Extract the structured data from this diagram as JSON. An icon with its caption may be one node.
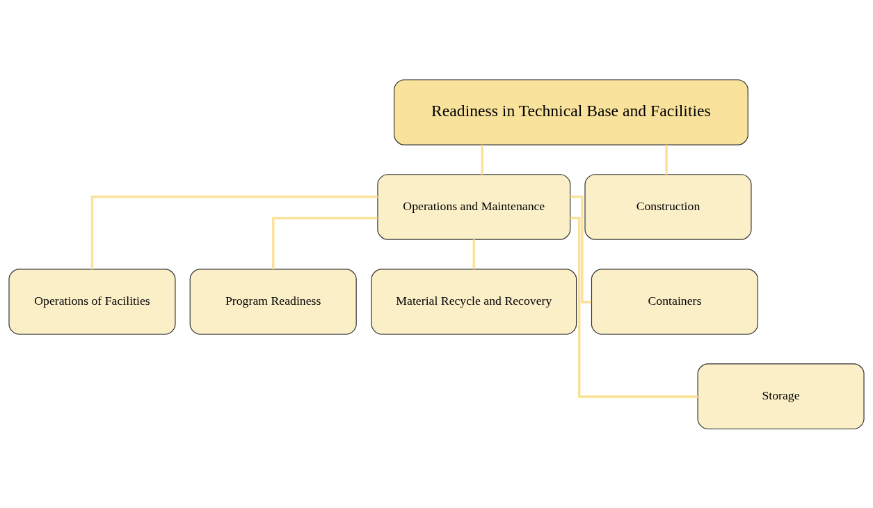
{
  "diagram": {
    "nodes": [
      {
        "text": [
          "Readiness in Technical Base and Facilities"
        ]
      },
      {
        "text": [
          "Operations and Maintenance"
        ]
      },
      {
        "text": [
          "Construction"
        ]
      },
      {
        "text": [
          "Operations of Facilities"
        ]
      },
      {
        "text": [
          "Program Readiness"
        ]
      },
      {
        "text": [
          "Material Recycle and Recovery"
        ]
      },
      {
        "text": [
          "Containers"
        ]
      },
      {
        "text": [
          "Storage"
        ]
      }
    ],
    "edges": [
      {
        "from": 0,
        "to": 1,
        "arrow": "none"
      },
      {
        "from": 0,
        "to": 2,
        "arrow": "none"
      },
      {
        "from": 1,
        "to": 3,
        "arrow": "none"
      },
      {
        "from": 1,
        "to": 4,
        "arrow": "none"
      },
      {
        "from": 1,
        "to": 5,
        "arrow": "none"
      },
      {
        "from": 1,
        "to": 6,
        "arrow": "none"
      },
      {
        "from": 1,
        "to": 7,
        "arrow": "none"
      }
    ]
  }
}
